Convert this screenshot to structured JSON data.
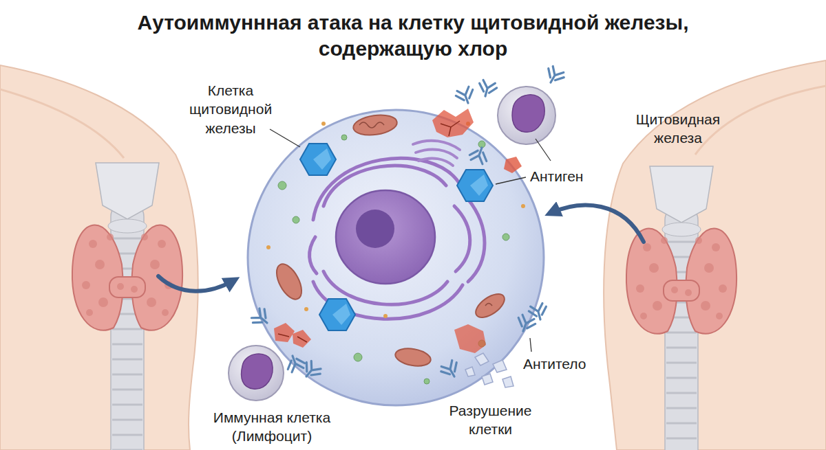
{
  "diagram": {
    "title": "Аутоиммуннная атака на клетку щитовидной железы, содержащую хлор",
    "labels": [
      "Клетка щитовидной железы",
      "Щитовидная железа",
      "Антиген",
      "Антитело",
      "Иммунная клетка (Лимфоцит)",
      "Разрушение клетки"
    ]
  }
}
